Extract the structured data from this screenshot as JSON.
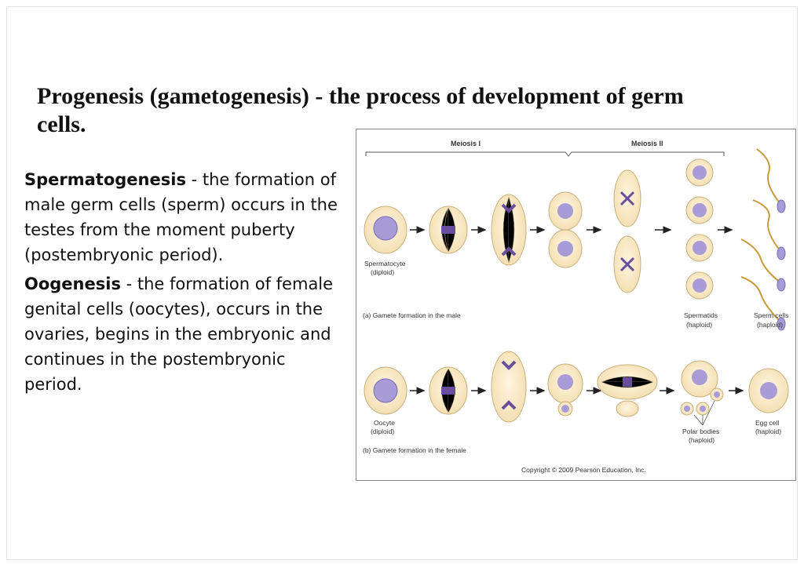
{
  "slide": {
    "title": "Progenesis (gametogenesis) - the process of development of germ cells.",
    "paragraphs": [
      {
        "term": "Spermatogenesis",
        "text": " - the formation of male germ cells (sperm) occurs in the testes from the moment puberty (postembryonic period)."
      },
      {
        "term": "Oogenesis",
        "text": " - the formation of female genital cells (oocytes), occurs in the ovaries, begins in the embryonic and continues in the postembryonic period."
      }
    ]
  },
  "figure": {
    "headers": {
      "meiosis1": "Meiosis I",
      "meiosis2": "Meiosis II"
    },
    "male": {
      "start_label_1": "Spermatocyte",
      "start_label_2": "(diploid)",
      "caption": "(a) Gamete formation in the male",
      "spermatids_1": "Spermatids",
      "spermatids_2": "(haploid)",
      "sperm_1": "Sperm cells",
      "sperm_2": "(haploid)"
    },
    "female": {
      "start_label_1": "Oocyte",
      "start_label_2": "(diploid)",
      "caption": "(b) Gamete formation in the female",
      "polar_1": "Polar bodies",
      "polar_2": "(haploid)",
      "egg_1": "Egg cell",
      "egg_2": "(haploid)"
    },
    "copyright": "Copyright © 2009 Pearson Education, Inc.",
    "colors": {
      "cell": "#f7e7c4",
      "cell_edge": "#c9b07a",
      "nucleus": "#a89bd6",
      "chromosome": "#6a4e9e",
      "tail": "#c89a3c"
    }
  }
}
